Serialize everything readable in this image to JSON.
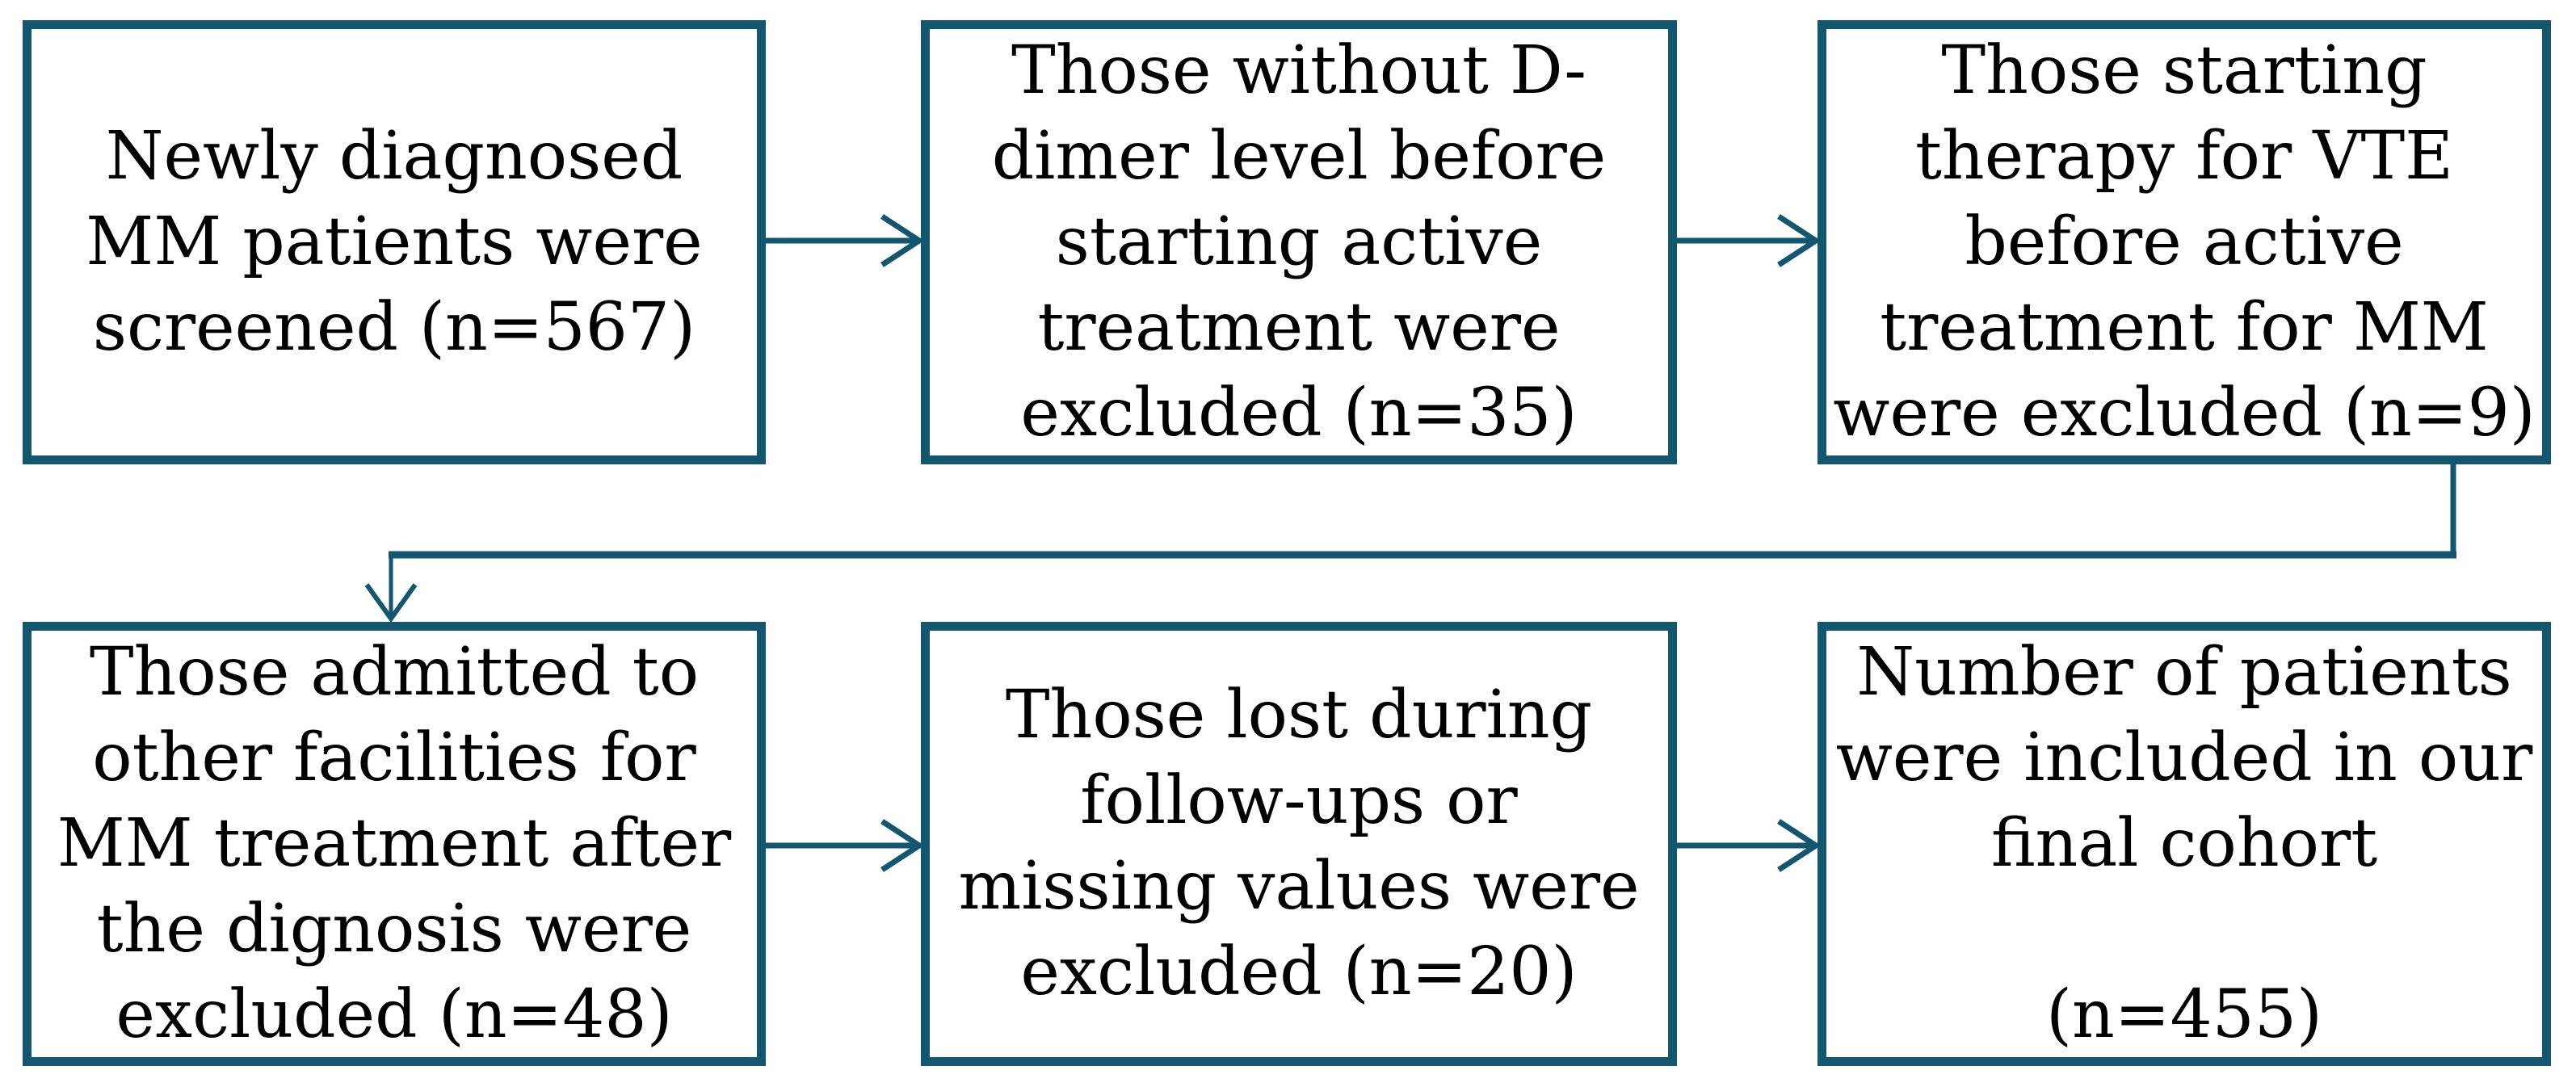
{
  "colors": {
    "accent": "#13566F",
    "text": "#000000",
    "background": "#FFFFFF"
  },
  "boxes": [
    {
      "id": "box-1-screened",
      "text": "Newly diagnosed\nMM patients were\nscreened (n=567)",
      "n": 567
    },
    {
      "id": "box-2-no-ddimer",
      "text": "Those without D-\ndimer level before\nstarting active\ntreatment were\nexcluded (n=35)",
      "n": 35
    },
    {
      "id": "box-3-vte-therapy",
      "text": "Those starting\ntherapy for VTE\nbefore active\ntreatment for MM\nwere excluded (n=9)",
      "n": 9
    },
    {
      "id": "box-4-other-facilities",
      "text": "Those admitted to\nother facilities for\nMM treatment after\nthe dignosis were\nexcluded (n=48)",
      "n": 48
    },
    {
      "id": "box-5-lost-followup",
      "text": "Those lost during\nfollow-ups or\nmissing values were\nexcluded (n=20)",
      "n": 20
    },
    {
      "id": "box-6-final-cohort",
      "text": "Number of patients\nwere included in our\nfinal cohort\n\n(n=455)",
      "n": 455
    }
  ],
  "edges": [
    {
      "from": "box-1-screened",
      "to": "box-2-no-ddimer",
      "style": "straight-arrow-right"
    },
    {
      "from": "box-2-no-ddimer",
      "to": "box-3-vte-therapy",
      "style": "straight-arrow-right"
    },
    {
      "from": "box-3-vte-therapy",
      "to": "box-4-other-facilities",
      "style": "elbow-down-left-down-arrow"
    },
    {
      "from": "box-4-other-facilities",
      "to": "box-5-lost-followup",
      "style": "straight-arrow-right"
    },
    {
      "from": "box-5-lost-followup",
      "to": "box-6-final-cohort",
      "style": "straight-arrow-right"
    }
  ]
}
